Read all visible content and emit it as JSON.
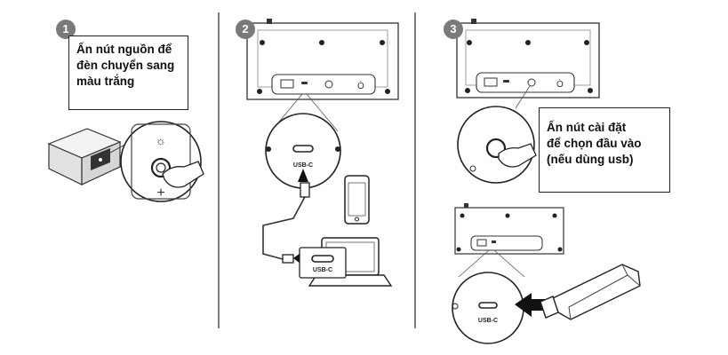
{
  "steps": [
    {
      "number": "1",
      "lines": [
        "Ấn nút nguồn để",
        "đèn chuyển sang",
        "màu trắng"
      ]
    },
    {
      "number": "2",
      "port_label": "USB-C",
      "adapter_label": "USB-C"
    },
    {
      "number": "3",
      "lines": [
        "Ấn nút cài đặt",
        "để chọn đầu vào",
        "(nếu dùng usb)"
      ],
      "port_label": "USB-C"
    }
  ]
}
